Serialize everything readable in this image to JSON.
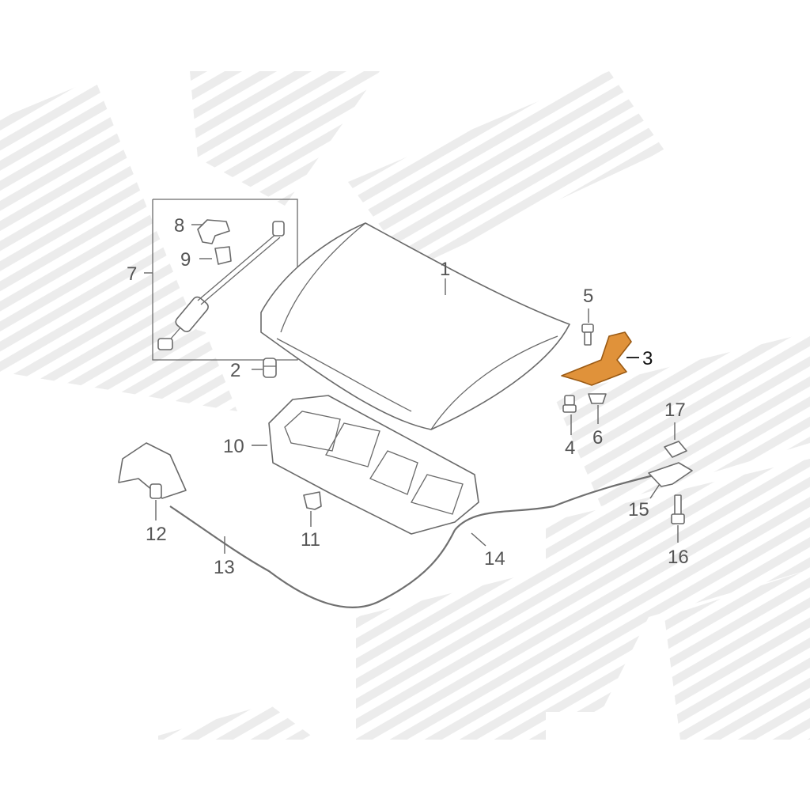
{
  "colors": {
    "highlight_part": "#e0923a",
    "line": "#6a6a6a",
    "label": "#555555",
    "label_highlight": "#111111"
  },
  "callouts": [
    {
      "id": "1",
      "label": "1"
    },
    {
      "id": "2",
      "label": "2"
    },
    {
      "id": "3",
      "label": "3",
      "highlighted": true
    },
    {
      "id": "4",
      "label": "4"
    },
    {
      "id": "5",
      "label": "5"
    },
    {
      "id": "6",
      "label": "6"
    },
    {
      "id": "7",
      "label": "7"
    },
    {
      "id": "8",
      "label": "8"
    },
    {
      "id": "9",
      "label": "9"
    },
    {
      "id": "10",
      "label": "10"
    },
    {
      "id": "11",
      "label": "11"
    },
    {
      "id": "12",
      "label": "12"
    },
    {
      "id": "13",
      "label": "13"
    },
    {
      "id": "14",
      "label": "14"
    },
    {
      "id": "15",
      "label": "15"
    },
    {
      "id": "16",
      "label": "16"
    },
    {
      "id": "17",
      "label": "17"
    }
  ]
}
